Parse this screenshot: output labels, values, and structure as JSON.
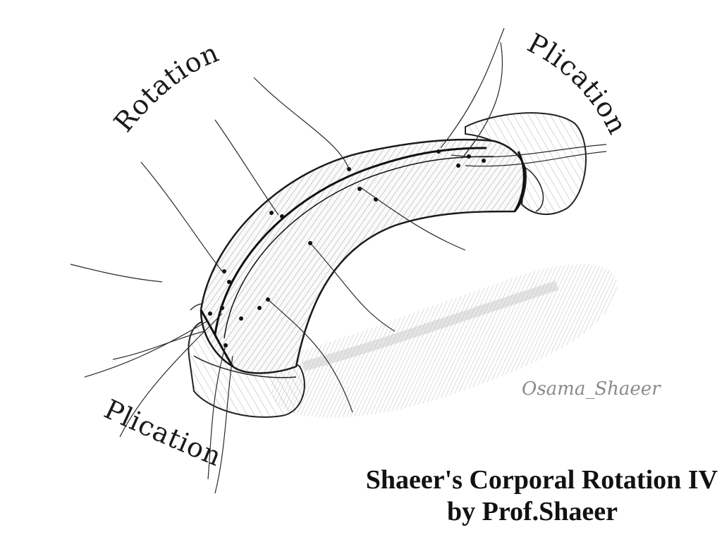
{
  "labels": {
    "rotation": "Rotation",
    "plication_top": "Plication",
    "plication_bottom": "Plication"
  },
  "title": {
    "line1": "Shaeer's Corporal Rotation IV",
    "line2": "by Prof.Shaeer"
  },
  "signature": "Osama_Shaeer",
  "colors": {
    "ink": "#1a1a1a",
    "shadow": "#b8b8b8",
    "paper": "#ffffff"
  }
}
